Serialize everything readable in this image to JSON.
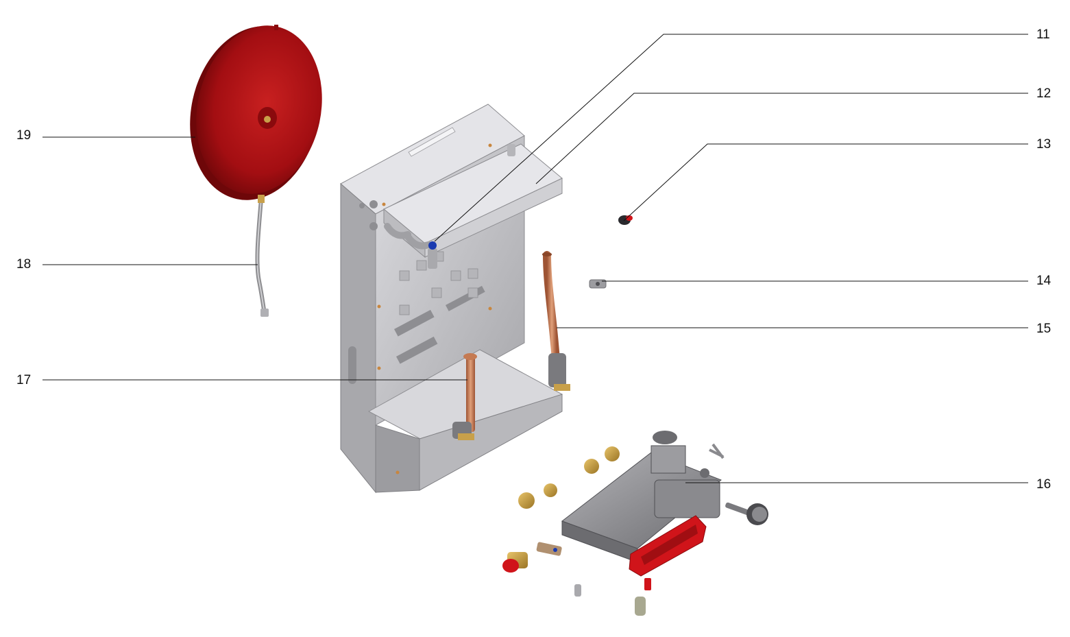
{
  "diagram": {
    "type": "exploded-parts-view",
    "callouts": [
      {
        "id": "11",
        "label": "11"
      },
      {
        "id": "12",
        "label": "12"
      },
      {
        "id": "13",
        "label": "13"
      },
      {
        "id": "14",
        "label": "14"
      },
      {
        "id": "15",
        "label": "15"
      },
      {
        "id": "16",
        "label": "16"
      },
      {
        "id": "17",
        "label": "17"
      },
      {
        "id": "18",
        "label": "18"
      },
      {
        "id": "19",
        "label": "19"
      }
    ]
  },
  "colors": {
    "leader_line": "#111111",
    "expansion_vessel": "#a30e12",
    "expansion_vessel_highlight": "#cc2a28",
    "frame_metal": "#c9c9cc",
    "frame_metal_dark": "#9c9ca0",
    "copper_pipe": "#c57a52",
    "brass_fitting": "#c8a04a",
    "red_plastic": "#d0141a",
    "hydraulic_block": "#8a8a8e",
    "screw_blue": "#1a3ab0"
  }
}
